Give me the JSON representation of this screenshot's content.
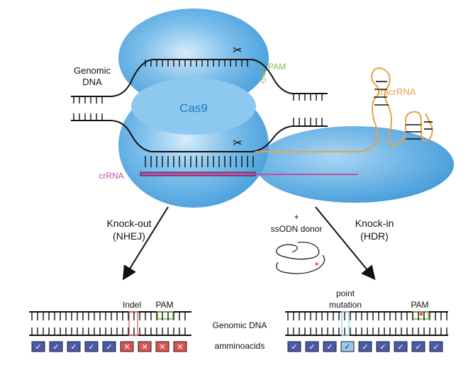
{
  "labels": {
    "genomic_dna_top_line1": "Genomic",
    "genomic_dna_top_line2": "DNA",
    "cas9": "Cas9",
    "pam_top": "PAM",
    "ngg": "NGG",
    "tracrrna": "tracrRNA",
    "crrna": "crRNA",
    "knockout_line1": "Knock-out",
    "knockout_line2": "(NHEJ)",
    "plus": "+",
    "ssodn": "ssODN donor",
    "knockin_line1": "Knock-in",
    "knockin_line2": "(HDR)",
    "indel": "Indel",
    "pam_left": "PAM",
    "point_line1": "point",
    "point_line2": "mutation",
    "pam_right": "PAM",
    "genomic_dna_bottom": "Genomic DNA",
    "aminoacids": "amminoacids"
  },
  "colors": {
    "cas9_blue": "#4aa3df",
    "cas9_text": "#1f7bbf",
    "pam_green": "#7dc142",
    "tracr_orange": "#e8a04a",
    "crrna_magenta": "#c44ba8",
    "indel_red": "#e87a7a",
    "point_blue": "#9fd3ee",
    "aa_ok": "#4a5aa8",
    "aa_bad": "#d9534f",
    "aa_mut": "#9bc7e8"
  },
  "amino_acids": {
    "knockout": [
      "ok",
      "ok",
      "ok",
      "ok",
      "ok",
      "bad",
      "bad",
      "bad",
      "bad"
    ],
    "knockin": [
      "ok",
      "ok",
      "ok",
      "mut",
      "ok",
      "ok",
      "ok",
      "ok",
      "ok"
    ]
  },
  "icons": [
    "scissors-icon",
    "star-icon",
    "check-icon",
    "x-icon"
  ]
}
